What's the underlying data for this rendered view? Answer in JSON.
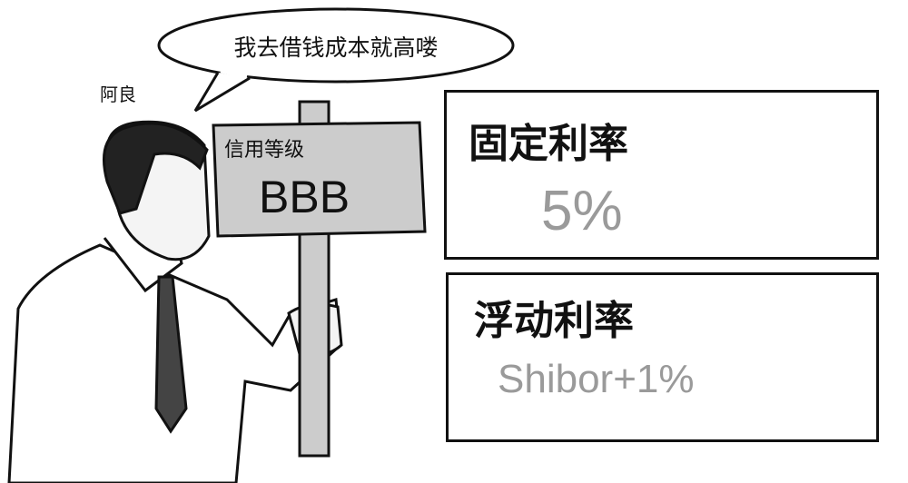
{
  "speech_bubble": {
    "text": "我去借钱成本就高喽"
  },
  "character": {
    "name": "阿良"
  },
  "sign": {
    "title": "信用等级",
    "grade": "BBB"
  },
  "panels": [
    {
      "title": "固定利率",
      "rate": "5%"
    },
    {
      "title": "浮动利率",
      "rate": "Shibor+1%"
    }
  ]
}
